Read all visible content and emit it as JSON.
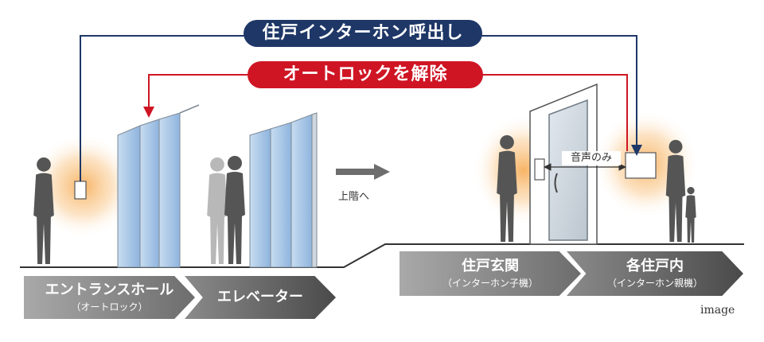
{
  "signals": {
    "intercom_call": "住戸インターホン呼出し",
    "auto_lock_release": "オートロックを解除"
  },
  "stages": [
    {
      "title": "エントランスホール",
      "subtitle": "（オートロック）"
    },
    {
      "title": "エレベーター",
      "subtitle": ""
    },
    {
      "title": "住戸玄関",
      "subtitle": "（インターホン子機）"
    },
    {
      "title": "各住戸内",
      "subtitle": "（インターホン親機）"
    }
  ],
  "labels": {
    "upstairs": "上階へ",
    "voice_only": "音声のみ",
    "image_note": "image"
  },
  "colors": {
    "navy": "#1e3767",
    "red": "#cf1524",
    "person": "#555555",
    "glass": "#a9c8e6",
    "glow": "#f6b15e"
  }
}
